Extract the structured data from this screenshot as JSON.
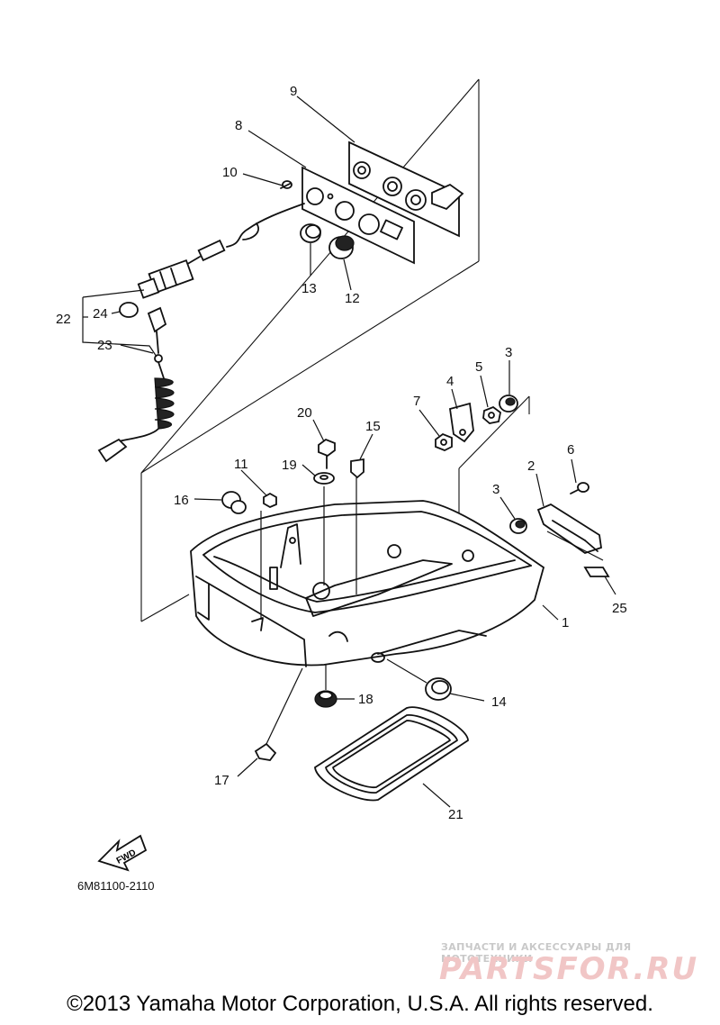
{
  "callouts": [
    "1",
    "2",
    "3",
    "3",
    "4",
    "5",
    "6",
    "7",
    "8",
    "9",
    "10",
    "11",
    "12",
    "13",
    "14",
    "15",
    "16",
    "17",
    "18",
    "19",
    "20",
    "21",
    "22",
    "23",
    "24",
    "25"
  ],
  "fwd_label": "FWD",
  "diagram_code": "6M81100-2110",
  "watermark": {
    "tagline": "ЗАПЧАСТИ И АКСЕССУАРЫ ДЛЯ МОТОТЕХНИКИ",
    "logo": "PARTSFOR.RU"
  },
  "copyright": "©2013 Yamaha Motor Corporation, U.S.A. All rights reserved."
}
